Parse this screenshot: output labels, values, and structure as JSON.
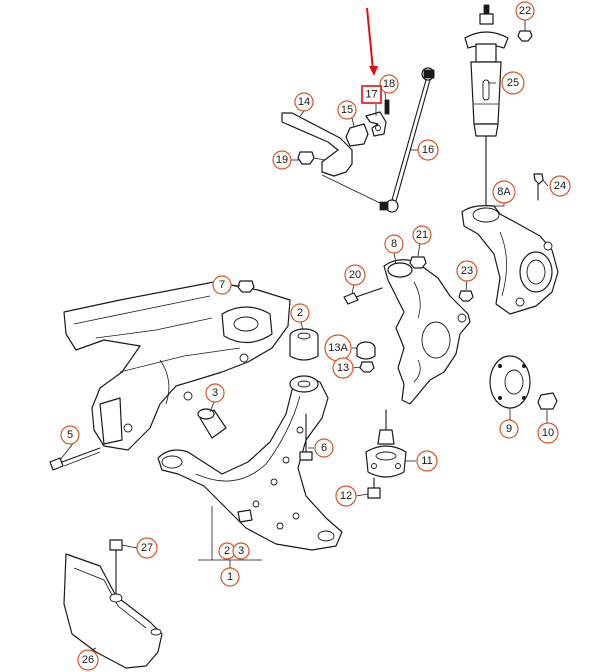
{
  "colors": {
    "callout_stroke": "#d9541e",
    "highlight": "#e01010",
    "line": "#1a1a1a",
    "background": "#ffffff"
  },
  "callouts": {
    "c22": "22",
    "c18": "18",
    "c17": "17",
    "c25": "25",
    "c14": "14",
    "c15": "15",
    "c16": "16",
    "c19": "19",
    "c8A": "8A",
    "c24": "24",
    "c8": "8",
    "c21": "21",
    "c20": "20",
    "c23": "23",
    "c7": "7",
    "c2": "2",
    "c13A": "13A",
    "c13": "13",
    "c9": "9",
    "c3": "3",
    "c10": "10",
    "c5": "5",
    "c6": "6",
    "c11": "11",
    "c12": "12",
    "c27": "27",
    "c2b": "2",
    "c3b": "3",
    "c1": "1",
    "c26": "26"
  }
}
